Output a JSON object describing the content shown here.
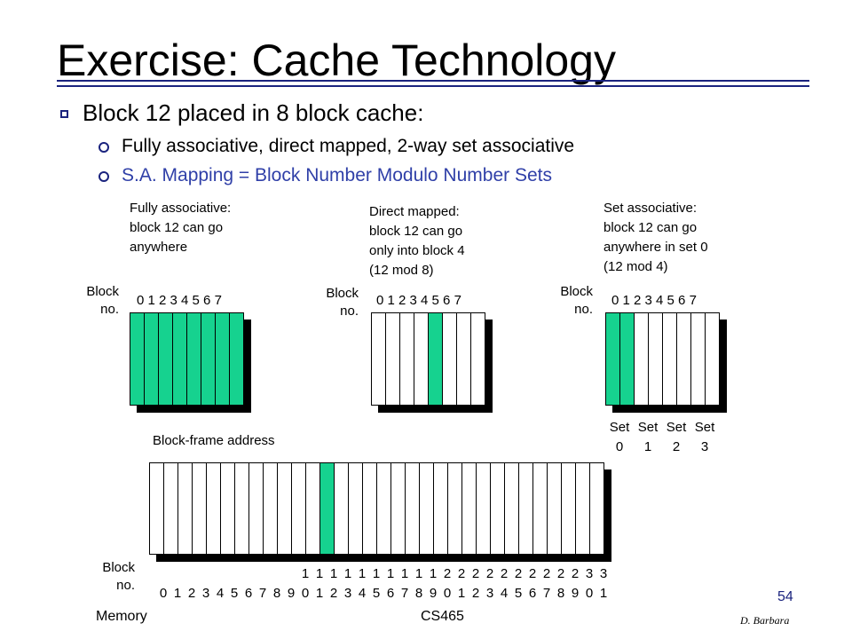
{
  "title": "Exercise: Cache Technology",
  "bullets": {
    "main": "Block 12 placed in 8 block cache:",
    "sub1": "Fully associative, direct mapped, 2-way set associative",
    "sub2": "S.A. Mapping = Block Number Modulo Number Sets"
  },
  "caches": [
    {
      "caption": [
        "Fully associative:",
        "block 12 can go",
        "anywhere"
      ],
      "label": [
        "Block",
        "no."
      ],
      "indices": "0 1 2 3 4 5 6 7",
      "highlight": [
        0,
        1,
        2,
        3,
        4,
        5,
        6,
        7
      ]
    },
    {
      "caption": [
        "Direct mapped:",
        "block 12 can go",
        "only into block 4",
        "(12 mod 8)"
      ],
      "label": [
        "Block",
        "no."
      ],
      "indices": "0 1 2 3 4 5 6 7",
      "highlight": [
        4
      ]
    },
    {
      "caption": [
        "Set associative:",
        "block 12 can go",
        "anywhere in set 0",
        "(12 mod 4)"
      ],
      "label": [
        "Block",
        "no."
      ],
      "indices": "0 1 2 3 4 5 6 7",
      "highlight": [
        0,
        1
      ]
    }
  ],
  "sets": {
    "top": [
      "Set",
      "Set",
      "Set",
      "Set"
    ],
    "bottom": [
      "0",
      "1",
      "2",
      "3"
    ]
  },
  "memory": {
    "caption": "Block-frame address",
    "label": [
      "Block",
      "no."
    ],
    "tens": [
      "",
      "",
      "",
      "",
      "",
      "",
      "",
      "",
      "",
      "",
      "1",
      "1",
      "1",
      "1",
      "1",
      "1",
      "1",
      "1",
      "1",
      "1",
      "2",
      "2",
      "2",
      "2",
      "2",
      "2",
      "2",
      "2",
      "2",
      "2",
      "3",
      "3"
    ],
    "ones": [
      "0",
      "1",
      "2",
      "3",
      "4",
      "5",
      "6",
      "7",
      "8",
      "9",
      "0",
      "1",
      "2",
      "3",
      "4",
      "5",
      "6",
      "7",
      "8",
      "9",
      "0",
      "1",
      "2",
      "3",
      "4",
      "5",
      "6",
      "7",
      "8",
      "9",
      "0",
      "1"
    ],
    "highlight": [
      12
    ]
  },
  "footer": {
    "left": "Memory",
    "center": "CS465",
    "right": "D. Barbara",
    "page": "54"
  },
  "colors": {
    "highlight": "#16d28f",
    "accent": "#1a237e",
    "sub_bullet_blue": "#3040a8"
  }
}
